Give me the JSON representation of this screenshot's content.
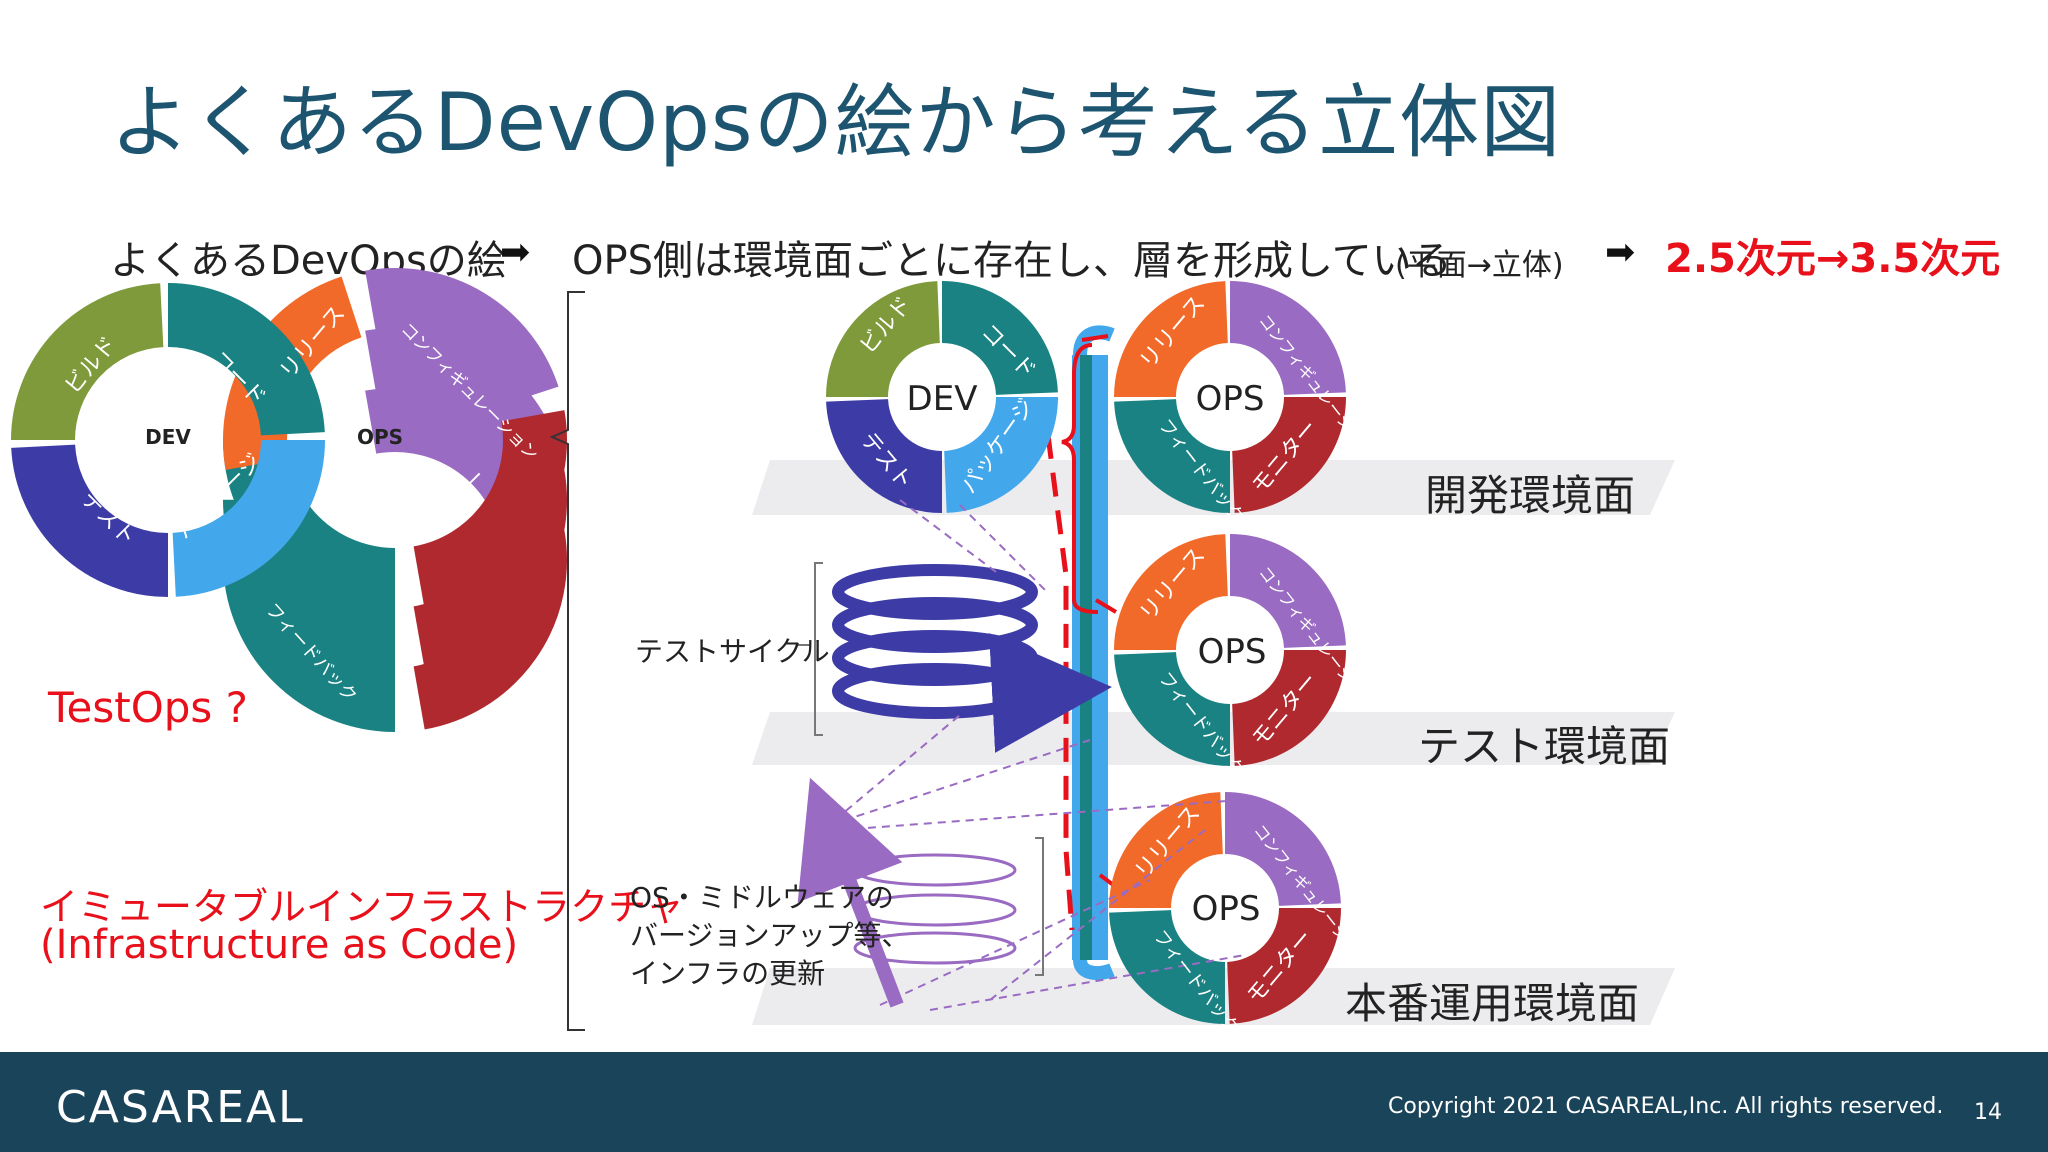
{
  "slide": {
    "title": "よくあるDevOpsの絵から考える立体図",
    "subtitle_left": "よくあるDevOpsの絵",
    "subtitle_arrow": "➡",
    "subtitle_middle": "OPS側は環境面ごとに存在し、層を形成している",
    "subtitle_paren": "(平面→立体)",
    "subtitle_right": "2.5次元→3.5次元"
  },
  "cycle_labels": {
    "dev": "DEV",
    "ops": "OPS",
    "build": "ビルド",
    "code": "コード",
    "test": "テスト",
    "package": "パッケージ",
    "release": "リリース",
    "config": "コンフィギュレーション",
    "monitor": "モニター",
    "feedback": "フィードバック"
  },
  "left_labels": {
    "testops": "TestOps ?",
    "immutable_1": "イミュータブルインフラストラクチャ",
    "immutable_2": "(Infrastructure as Code)"
  },
  "planes": {
    "dev_env": "開発環境面",
    "test_env": "テスト環境面",
    "prod_env": "本番運用環境面"
  },
  "annotations": {
    "test_cycle": "テストサイクル",
    "os_line1": "OS・ミドルウェアの",
    "os_line2": "バージョンアップ等、",
    "os_line3": "インフラの更新"
  },
  "footer": {
    "logo": "CASAREAL",
    "copyright": "Copyright 2021 CASAREAL,Inc. All rights reserved.",
    "page": "14"
  },
  "colors": {
    "title": "#1d5570",
    "olive": "#7f9a3b",
    "teal": "#1a8282",
    "navy": "#3d3ca6",
    "lightblue": "#43a7ec",
    "orange": "#f26a2a",
    "purple": "#9a6bc2",
    "darkred": "#b0292f",
    "footer": "#1a4459",
    "accent_red": "#e8101a"
  }
}
